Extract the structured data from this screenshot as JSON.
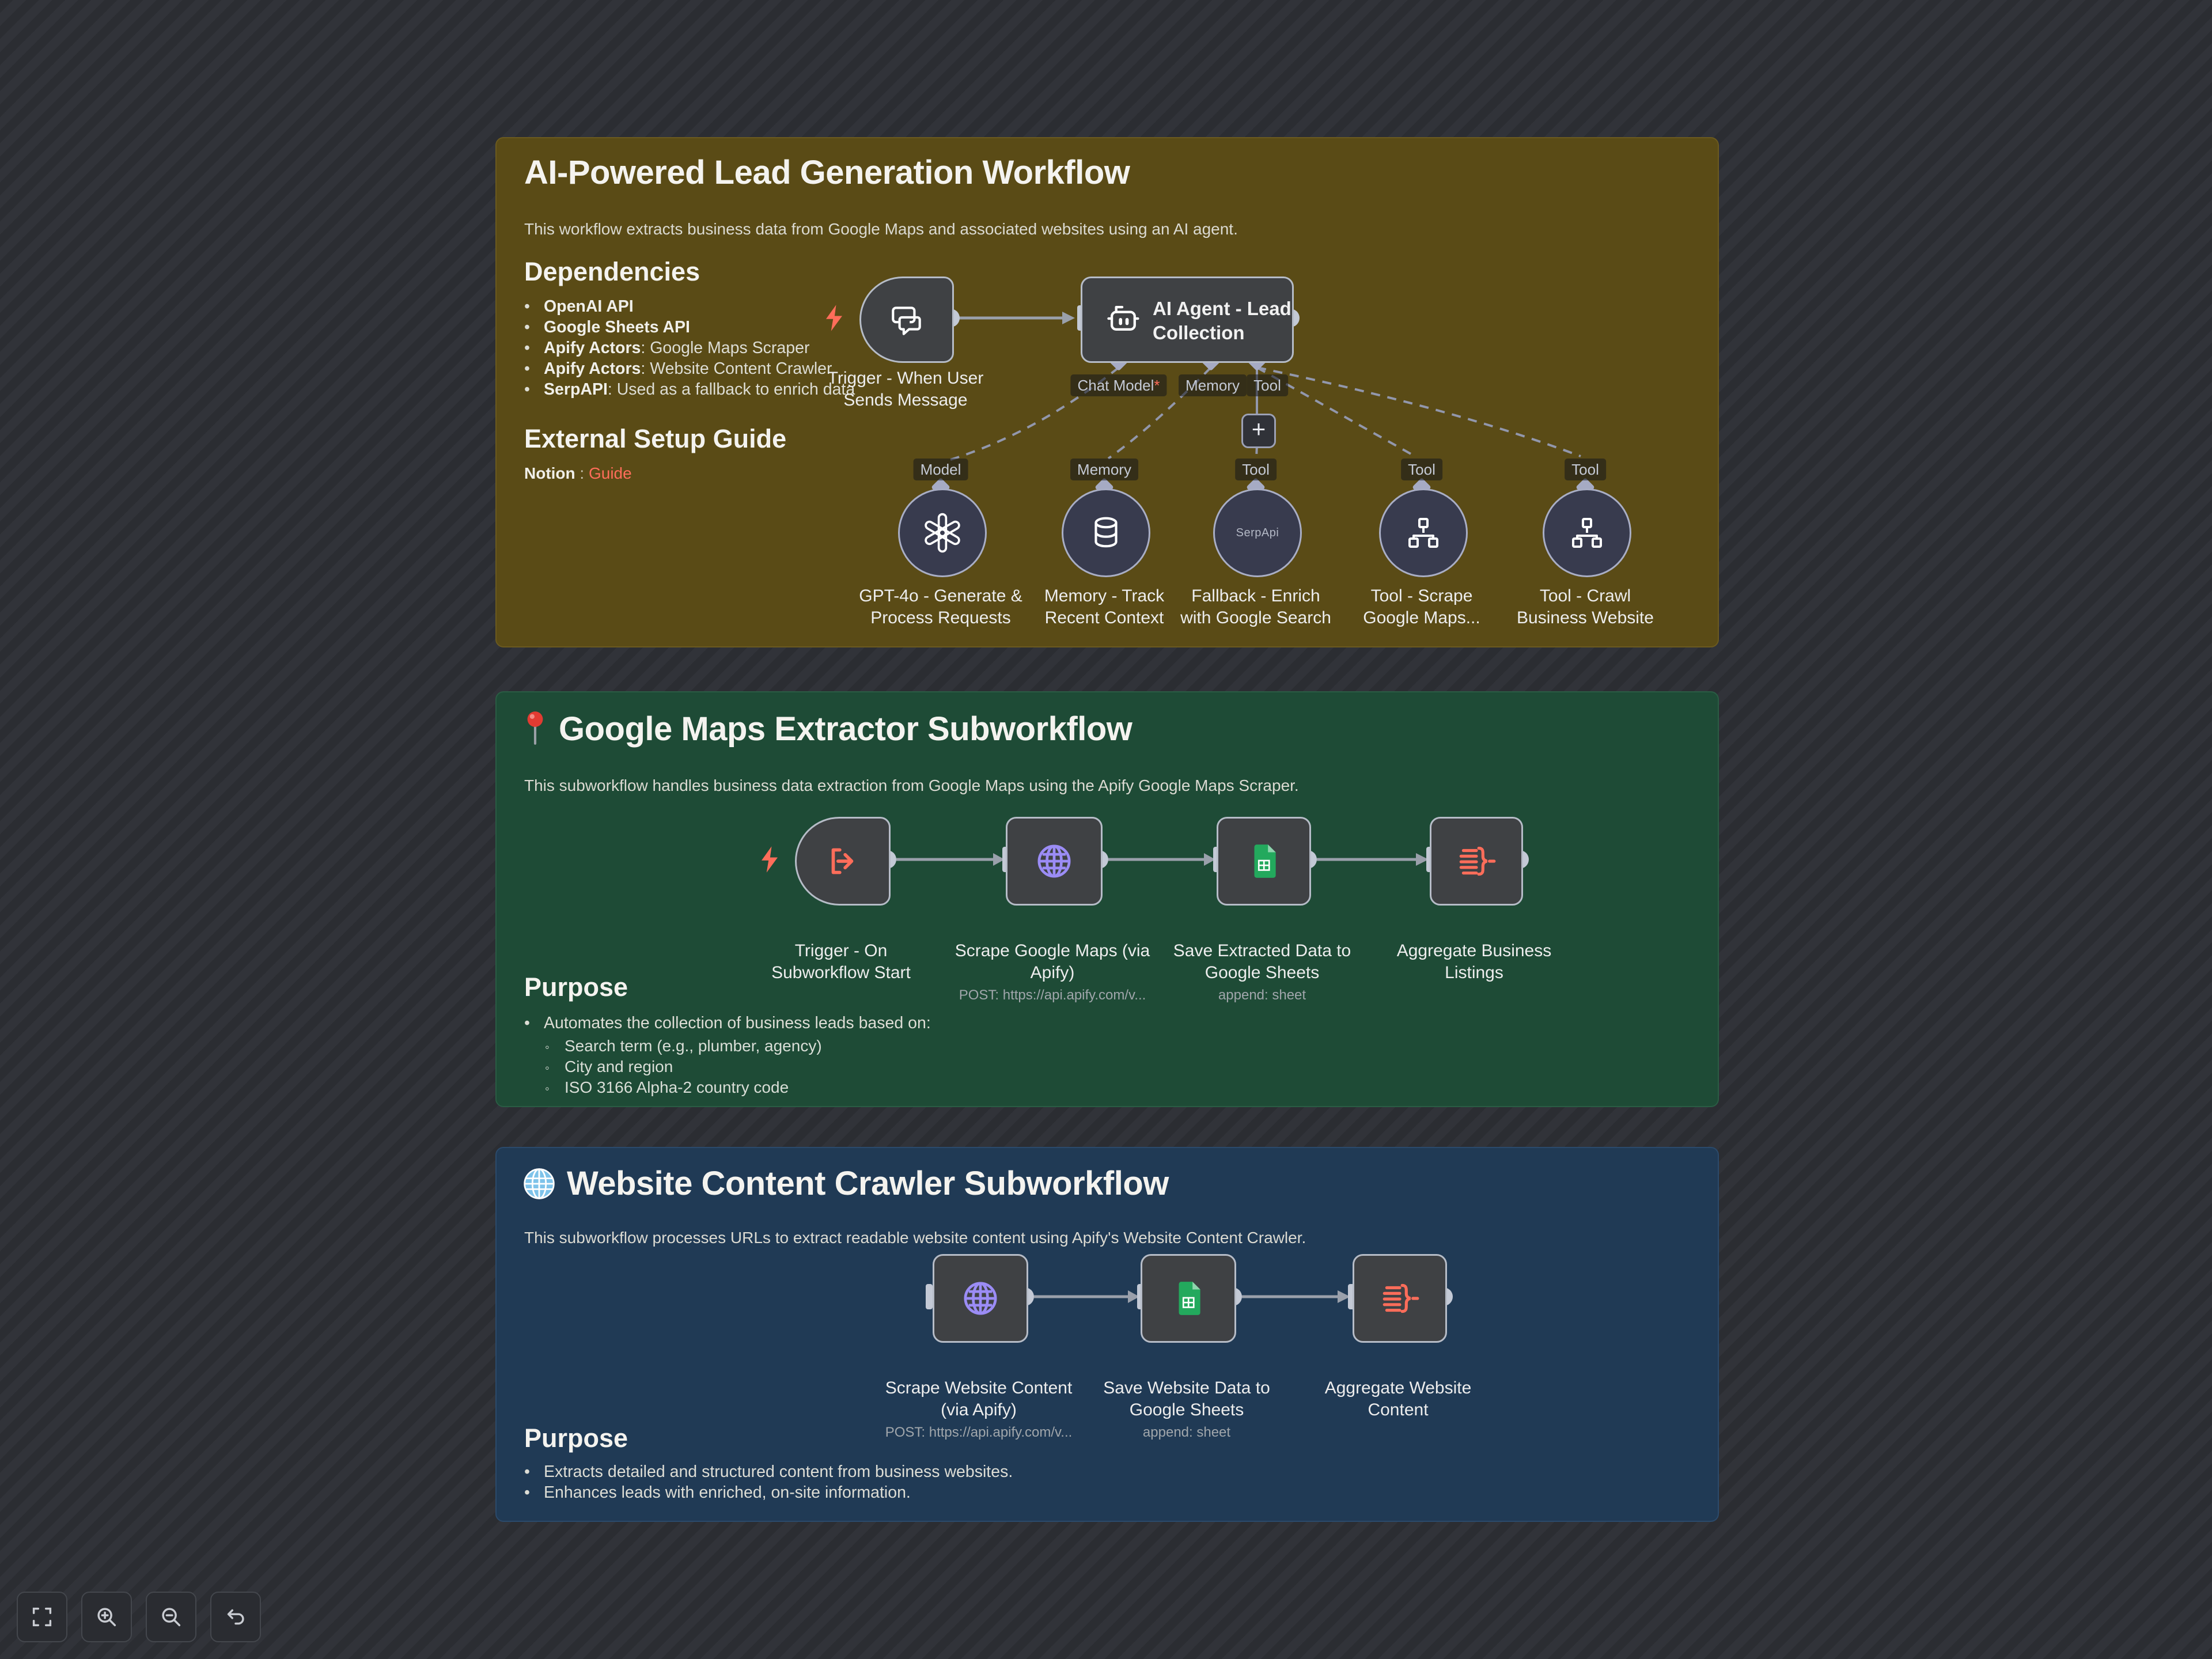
{
  "accent_color": "#ff6d5a",
  "note_colors": {
    "lead_gen": "#5a4b16",
    "maps": "#1e4b36",
    "crawler": "#203a55"
  },
  "lead_gen": {
    "title": "AI-Powered Lead Generation Workflow",
    "description": "This workflow extracts business data from Google Maps and associated websites using an AI agent.",
    "dependencies": {
      "heading": "Dependencies",
      "items": [
        {
          "b": "OpenAI API",
          "r": ""
        },
        {
          "b": "Google Sheets API",
          "r": ""
        },
        {
          "b": "Apify Actors",
          "r": ": Google Maps Scraper"
        },
        {
          "b": "Apify Actors",
          "r": ": Website Content Crawler"
        },
        {
          "b": "SerpAPI",
          "r": ": Used as a fallback to enrich data"
        }
      ]
    },
    "setup": {
      "heading": "External Setup Guide",
      "label": "Notion",
      "sep": " : ",
      "link": "Guide"
    },
    "flow": {
      "trigger_label": "Trigger - When User\nSends Message",
      "agent_label": "AI Agent - Lead\nCollection",
      "ports": {
        "chat_model": "Chat Model",
        "required_marker": "*",
        "memory": "Memory",
        "tool": "Tool"
      },
      "plus": "+",
      "sub_ports": [
        "Model",
        "Memory",
        "Tool",
        "Tool",
        "Tool"
      ],
      "serpapi_label": "SerpApi",
      "captions": [
        "GPT-4o - Generate &\nProcess Requests",
        "Memory - Track\nRecent Context",
        "Fallback - Enrich\nwith Google Search",
        "Tool - Scrape\nGoogle Maps...",
        "Tool - Crawl\nBusiness Website"
      ]
    }
  },
  "maps": {
    "title": "Google Maps Extractor Subworkflow",
    "description": "This subworkflow handles business data extraction from Google Maps using the Apify Google Maps Scraper.",
    "nodes": [
      {
        "label": "Trigger - On\nSubworkflow Start",
        "sub": ""
      },
      {
        "label": "Scrape Google Maps (via\nApify)",
        "sub": "POST: https://api.apify.com/v..."
      },
      {
        "label": "Save Extracted Data to\nGoogle Sheets",
        "sub": "append: sheet"
      },
      {
        "label": "Aggregate Business\nListings",
        "sub": ""
      }
    ],
    "purpose": {
      "heading": "Purpose",
      "lead": "Automates the collection of business leads based on:",
      "sub_items": [
        "Search term (e.g., plumber, agency)",
        "City and region",
        "ISO 3166 Alpha-2 country code"
      ]
    }
  },
  "crawler": {
    "title": "Website Content Crawler Subworkflow",
    "description": "This subworkflow processes URLs to extract readable website content using Apify's Website Content Crawler.",
    "nodes": [
      {
        "label": "Scrape Website Content\n(via Apify)",
        "sub": "POST: https://api.apify.com/v..."
      },
      {
        "label": "Save Website Data to\nGoogle Sheets",
        "sub": "append: sheet"
      },
      {
        "label": "Aggregate Website\nContent",
        "sub": ""
      }
    ],
    "purpose": {
      "heading": "Purpose",
      "items": [
        "Extracts detailed and structured content from business websites.",
        "Enhances leads with enriched, on-site information."
      ]
    }
  },
  "toolbar": {
    "buttons": [
      "fit-view",
      "zoom-in",
      "zoom-out",
      "reset-zoom"
    ]
  }
}
